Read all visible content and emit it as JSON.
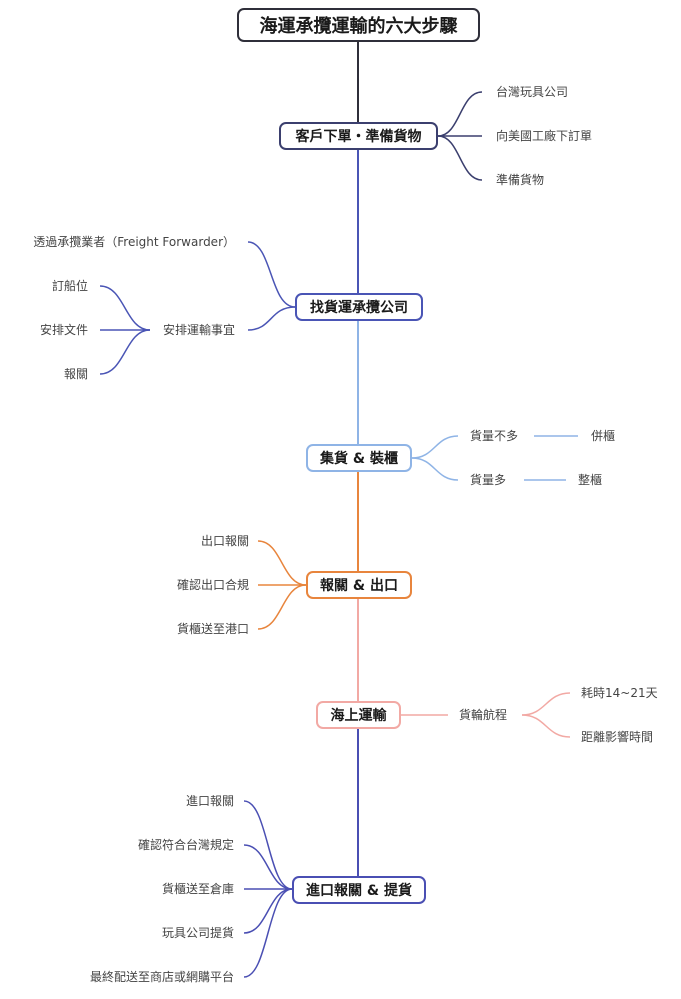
{
  "title": "海運承攬運輸的六大步驟",
  "steps": [
    {
      "label": "客戶下單・準備貨物",
      "color": "#3b3f6e",
      "children": [
        "台灣玩具公司",
        "向美國工廠下訂單",
        "準備貨物"
      ]
    },
    {
      "label": "找貨運承攬公司",
      "color": "#4a55b5",
      "children": [
        "透過承攬業者（Freight Forwarder）",
        "安排運輸事宜"
      ],
      "grandchildren": [
        "訂船位",
        "安排文件",
        "報關"
      ]
    },
    {
      "label": "集貨 & 裝櫃",
      "color": "#8fb4e6",
      "children": [
        "貨量不多",
        "貨量多"
      ],
      "leaves": [
        "併櫃",
        "整櫃"
      ]
    },
    {
      "label": "報關 & 出口",
      "color": "#e8853d",
      "children": [
        "出口報關",
        "確認出口合規",
        "貨櫃送至港口"
      ]
    },
    {
      "label": "海上運輸",
      "color": "#f2a9a4",
      "children": [
        "貨輪航程"
      ],
      "grandchildren": [
        "耗時14~21天",
        "距離影響時間"
      ]
    },
    {
      "label": "進口報關 & 提貨",
      "color": "#4a4fb3",
      "children": [
        "進口報關",
        "確認符合台灣規定",
        "貨櫃送至倉庫",
        "玩具公司提貨",
        "最終配送至商店或網購平台"
      ]
    }
  ]
}
